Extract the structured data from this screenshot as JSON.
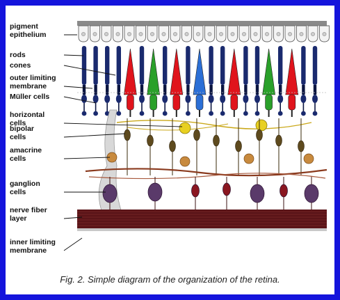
{
  "labels": [
    {
      "id": "pigment-epithelium",
      "lines": [
        "pigment",
        "epithelium"
      ]
    },
    {
      "id": "rods",
      "lines": [
        "rods"
      ]
    },
    {
      "id": "cones",
      "lines": [
        "cones"
      ]
    },
    {
      "id": "outer-limiting-membrane",
      "lines": [
        "outer limiting",
        "membrane"
      ]
    },
    {
      "id": "muller-cells",
      "lines": [
        "Müller cells"
      ]
    },
    {
      "id": "horizontal-cells",
      "lines": [
        "horizontal",
        "cells"
      ]
    },
    {
      "id": "bipolar-cells",
      "lines": [
        "bipolar",
        "cells"
      ]
    },
    {
      "id": "amacrine-cells",
      "lines": [
        "amacrine",
        "cells"
      ]
    },
    {
      "id": "ganglion-cells",
      "lines": [
        "ganglion",
        "cells"
      ]
    },
    {
      "id": "nerve-fiber-layer",
      "lines": [
        "nerve fiber",
        "layer"
      ]
    },
    {
      "id": "inner-limiting-membrane",
      "lines": [
        "inner limiting",
        "membrane"
      ]
    }
  ],
  "caption": "Fig. 2. Simple diagram of the organization of the retina.",
  "colors": {
    "frame": "#1414dc",
    "rod": "#1a2a6e",
    "cone_red": "#e0141c",
    "cone_green": "#2aa02a",
    "cone_blue": "#2b6fd6",
    "horizontal": "#e8d020",
    "bipolar": "#5e4a1e",
    "amacrine": "#c88a3e",
    "ganglion": "#5a3a6a",
    "nerve_layer": "#5a1418"
  }
}
